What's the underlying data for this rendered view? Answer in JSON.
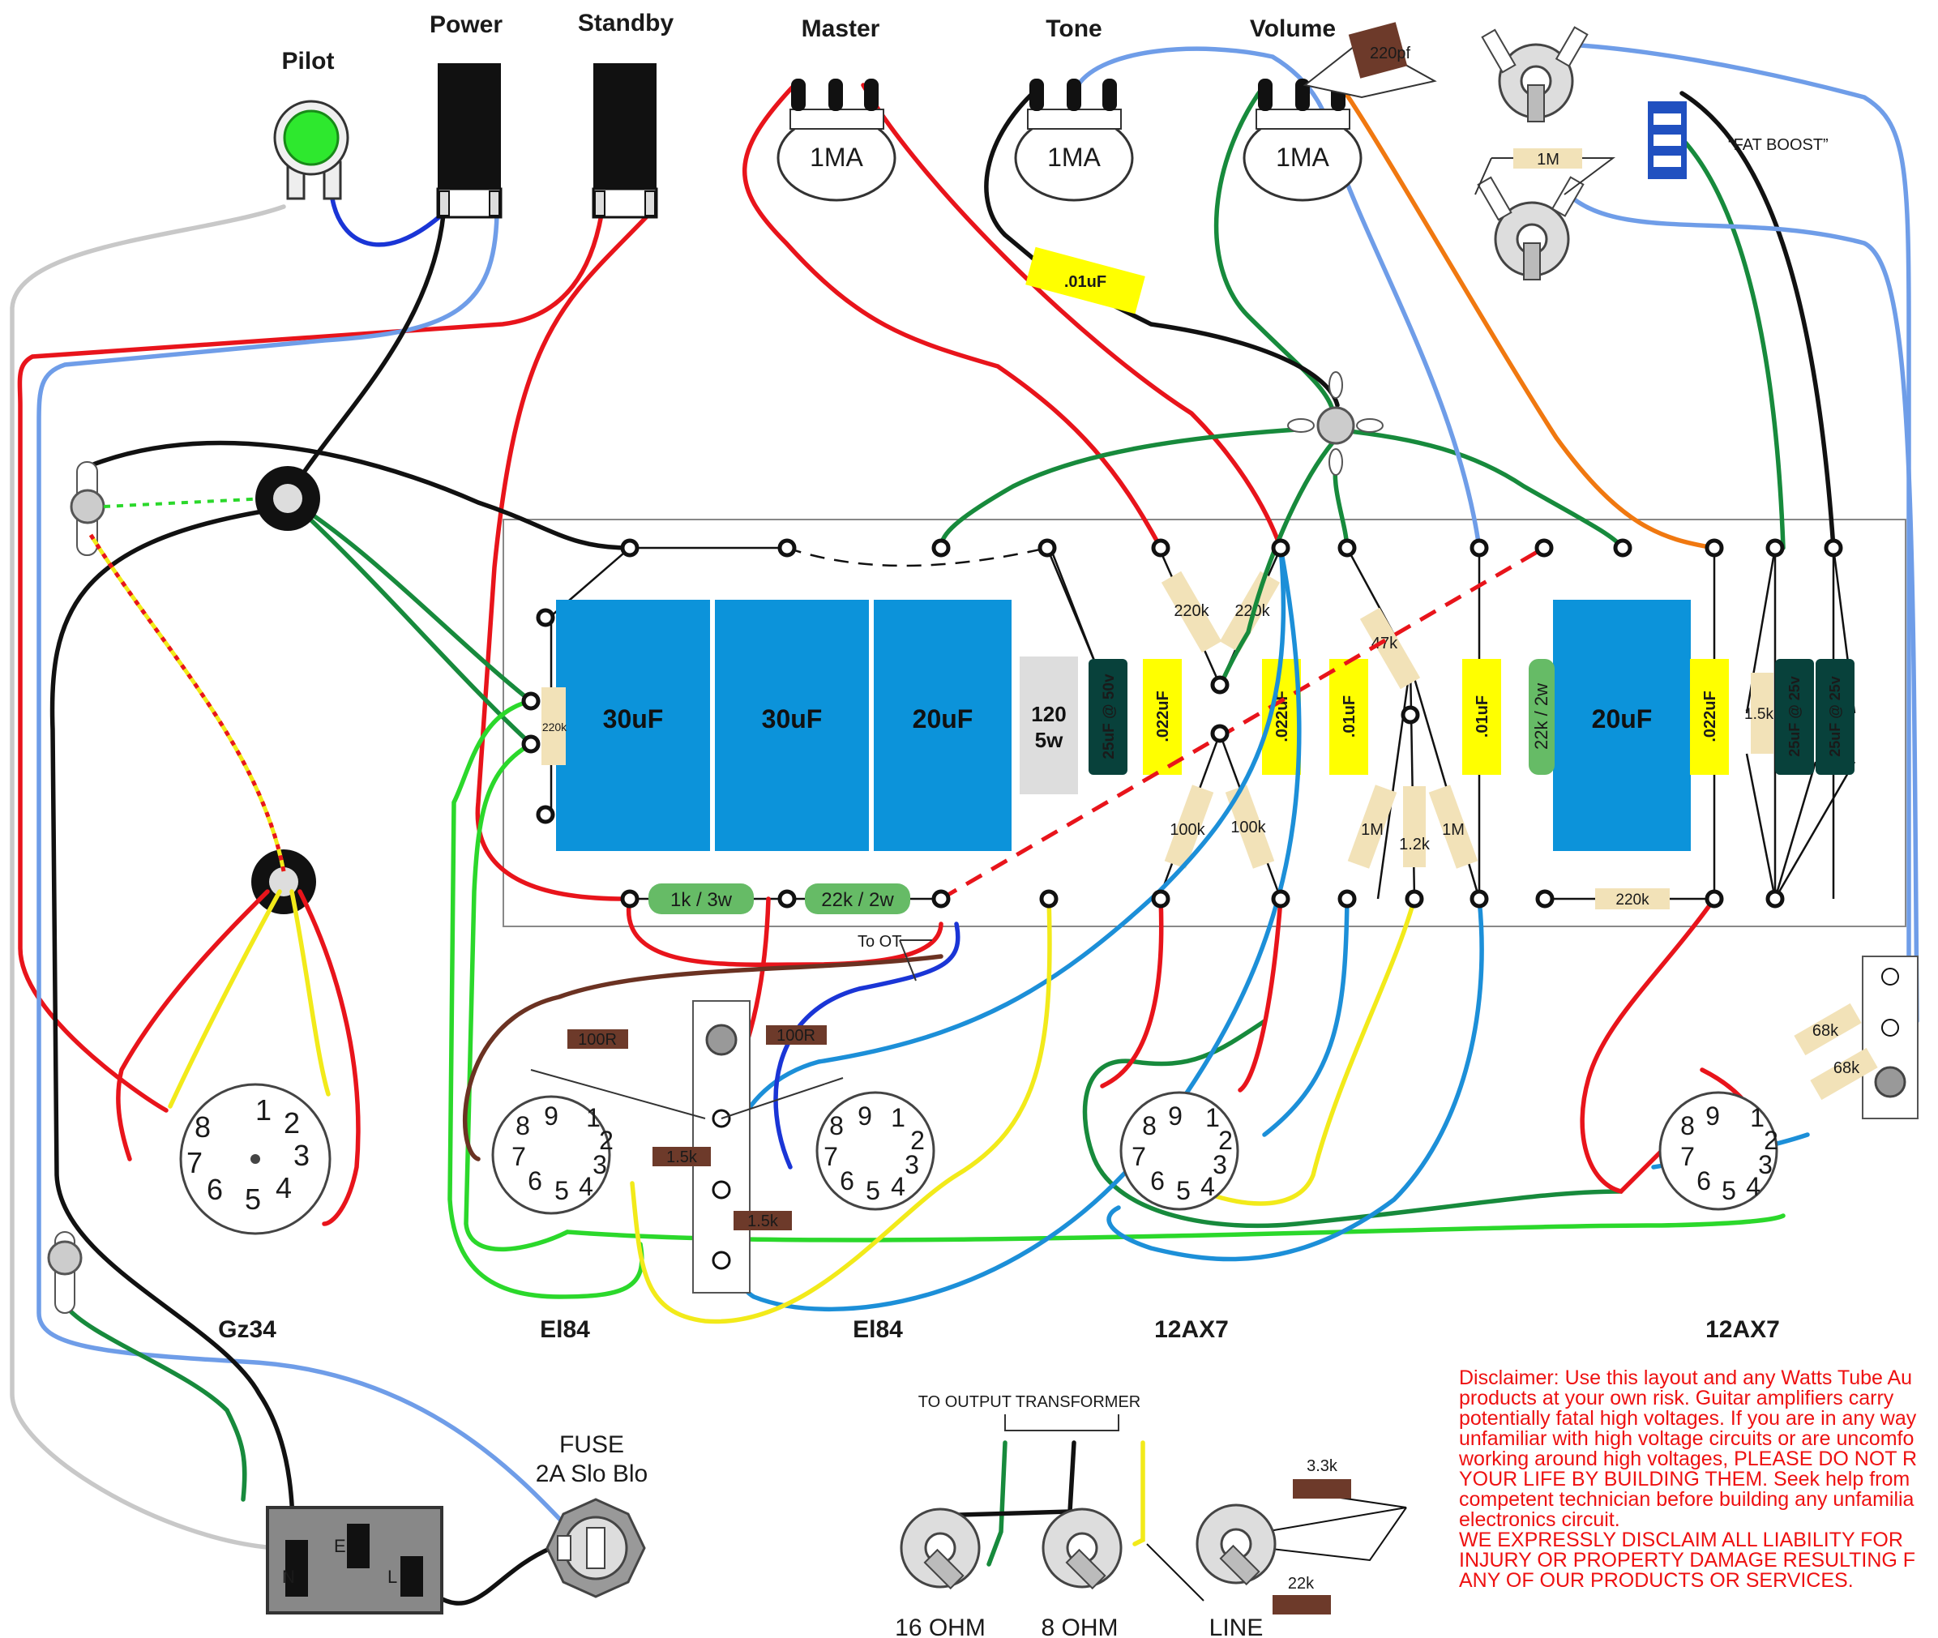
{
  "controls": {
    "pilot": "Pilot",
    "power": "Power",
    "standby": "Standby",
    "master": "Master",
    "tone": "Tone",
    "volume": "Volume"
  },
  "pots": {
    "master": "1MA",
    "tone": "1MA",
    "volume": "1MA"
  },
  "fat_boost": "“FAT BOOST”",
  "input_jack_resistor": "1M",
  "bright_cap": "220pf",
  "tone_cap": ".01uF",
  "caps": {
    "filter1": "30uF",
    "filter2": "30uF",
    "filter3": "20uF",
    "filter4": "20uF",
    "power_res_1": "120",
    "power_res_2": "5w",
    "cathode_cap": "25uF @ 50v",
    "c022_a": ".022uF",
    "c022_b": ".022uF",
    "c01_a": ".01uF",
    "c01_b": ".01uF",
    "c022_c": ".022uF",
    "bypass_a": "25uF @ 25v",
    "bypass_b": "25uF @ 25v"
  },
  "resistors": {
    "r220k_bleed": "220k",
    "r1k3w": "1k / 3w",
    "r22k2w": "22k / 2w",
    "r22k2w_v": "22k / 2w",
    "r220k_a": "220k",
    "r220k_b": "220k",
    "r100k_a": "100k",
    "r100k_b": "100k",
    "r47k": "47k",
    "r1m_a": "1M",
    "r1_2k": "1.2k",
    "r1m_b": "1M",
    "r1_5k_board": "1.5k",
    "r220k_c": "220k",
    "r100r_a": "100R",
    "r100r_b": "100R",
    "r1_5k_a": "1.5k",
    "r1_5k_b": "1.5k",
    "r68k_a": "68k",
    "r68k_b": "68k",
    "r3_3k": "3.3k",
    "r22k": "22k"
  },
  "to_ot": "To OT",
  "tubes": {
    "gz34": "Gz34",
    "el84_a": "El84",
    "el84_b": "El84",
    "ax7_a": "12AX7",
    "ax7_b": "12AX7"
  },
  "pins": [
    "1",
    "2",
    "3",
    "4",
    "5",
    "6",
    "7",
    "8",
    "9"
  ],
  "iec": {
    "n": "N",
    "e": "E",
    "l": "L"
  },
  "fuse": {
    "line1": "FUSE",
    "line2": "2A Slo Blo"
  },
  "output": {
    "title": "TO OUTPUT TRANSFORMER",
    "j16": "16 OHM",
    "j8": "8 OHM",
    "line": "LINE"
  },
  "disclaimer": [
    "Disclaimer: Use this layout and any Watts Tube Au",
    "products at your own risk. Guitar amplifiers carry",
    "potentially fatal high voltages. If you are in any way",
    "unfamiliar with high voltage circuits or are uncomfo",
    "working around high voltages, PLEASE DO NOT R",
    "YOUR LIFE BY BUILDING THEM. Seek help from",
    "competent technician before building any unfamilia",
    "electronics circuit.",
    "WE EXPRESSLY DISCLAIM ALL LIABILITY FOR",
    "INJURY OR PROPERTY DAMAGE RESULTING F",
    "ANY OF OUR PRODUCTS OR SERVICES."
  ],
  "colors": {
    "red": "#e8141b",
    "blue": "#1a35d6",
    "light_blue": "#6f9de8",
    "cyan_blue": "#1c8fd8",
    "green": "#178a3c",
    "lime": "#2bd82b",
    "yellow": "#f2ea1a",
    "brown": "#6b3222",
    "orange": "#f07810",
    "grey": "#c8c8c8",
    "cap_blue": "#0c93da",
    "res_tan": "#f2e2b8",
    "cap_yellow": "#ffff00",
    "cap_teal": "#08413b",
    "res_green": "#66bb66",
    "res_brown": "#6d3a2a"
  }
}
